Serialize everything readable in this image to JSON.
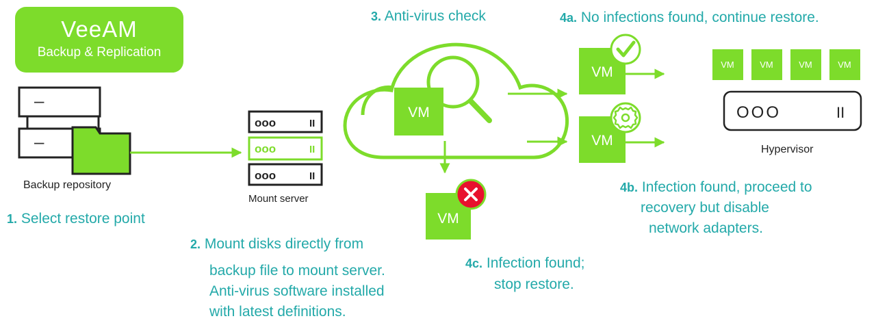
{
  "colors": {
    "accent": "#7ddc2b",
    "text_teal": "#23a9a9",
    "error": "#e8112d",
    "outline": "#222222"
  },
  "logo": {
    "name": "VeeAM",
    "subtitle": "Backup & Replication"
  },
  "repository": {
    "label": "Backup repository",
    "drive_mark": "–"
  },
  "mount_server": {
    "label": "Mount server",
    "slot_dots": "ooo",
    "slot_bars": "II"
  },
  "hypervisor": {
    "label": "Hypervisor",
    "dots": "OOO",
    "bars": "II",
    "vms": [
      "VM",
      "VM",
      "VM",
      "VM"
    ]
  },
  "vm_label": "VM",
  "icons": {
    "check": "check-icon",
    "gear": "gear-icon",
    "error": "x-icon",
    "search": "magnifier-icon",
    "folder": "folder-icon"
  },
  "steps": {
    "s1": {
      "num": "1.",
      "text": "Select restore point"
    },
    "s2": {
      "num": "2.",
      "line1": "Mount disks directly from",
      "line2": "backup file to mount server.",
      "line3": "Anti-virus software installed",
      "line4": "with latest definitions."
    },
    "s3": {
      "num": "3.",
      "text": "Anti-virus check"
    },
    "s4a": {
      "num": "4a.",
      "text": "No infections found, continue restore."
    },
    "s4b": {
      "num": "4b.",
      "line1": "Infection found, proceed to",
      "line2": "recovery but disable",
      "line3": "network adapters."
    },
    "s4c": {
      "num": "4c.",
      "line1": "Infection found;",
      "line2": "stop restore."
    }
  }
}
